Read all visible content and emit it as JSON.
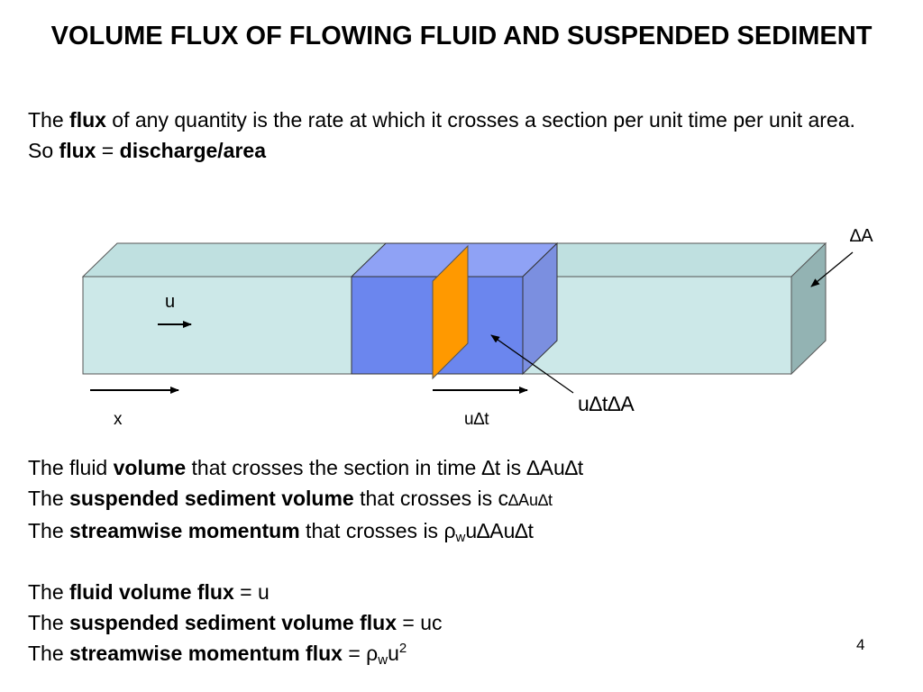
{
  "title": "VOLUME FLUX OF FLOWING FLUID AND SUSPENDED SEDIMENT",
  "intro": {
    "line1_the": "The ",
    "line1_flux": "flux",
    "line1_rest": " of any quantity is the rate at which it crosses a section per unit time per unit area.",
    "line2_so": "So ",
    "line2_flux": "flux",
    "line2_eq": " = ",
    "line2_def": "discharge/area"
  },
  "diagram": {
    "label_dA": "∆A",
    "label_u": "u",
    "label_x": "x",
    "label_udt": "u∆t",
    "label_udtdA": "u∆t∆A",
    "colors": {
      "channel_front": "#cce8e8",
      "channel_top": "#bfe0e0",
      "channel_end": "#93b3b3",
      "box_front": "#6b86ee",
      "box_top": "#8fa2f5",
      "box_side": "#7b8fe0",
      "plane": "#ff9900"
    }
  },
  "lower": {
    "l1": {
      "a": "The fluid ",
      "b": "volume",
      "c": " that crosses the section in time ∆t is ∆Au∆t"
    },
    "l2": {
      "a": "The ",
      "b": "suspended sediment volume",
      "c": " that crosses is c",
      "d": "∆Au∆t"
    },
    "l3": {
      "a": "The ",
      "b": "streamwise momentum",
      "c": " that crosses is ",
      "rho": "ρ",
      "sub": "w",
      "d": "u∆Au∆t"
    },
    "l4": {
      "a": "The ",
      "b": "fluid volume flux",
      "c": " = u"
    },
    "l5": {
      "a": "The ",
      "b": "suspended sediment volume flux",
      "c": " = uc"
    },
    "l6": {
      "a": "The ",
      "b": "streamwise momentum flux",
      "c": " = ",
      "rho": "ρ",
      "sub": "w",
      "d": "u",
      "sup": "2"
    }
  },
  "page_number": "4"
}
